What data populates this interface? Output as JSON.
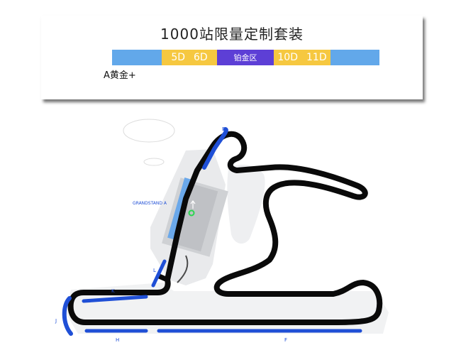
{
  "header": {
    "title": "1000站限量定制套装",
    "row_label": "A黄金+"
  },
  "ticket_bar": {
    "segments": [
      {
        "id": "blue-left",
        "labels": [],
        "color": "#62a8ea"
      },
      {
        "id": "gold-1",
        "labels": [
          "5D",
          "6D"
        ],
        "color": "#f6c840"
      },
      {
        "id": "platinum",
        "labels": [
          "铂金区"
        ],
        "color": "#5d3fd6"
      },
      {
        "id": "gold-2",
        "labels": [
          "10D",
          "11D"
        ],
        "color": "#f6c840"
      },
      {
        "id": "blue-right",
        "labels": [],
        "color": "#62a8ea"
      }
    ]
  },
  "circuit": {
    "stand_labels": {
      "B": "B",
      "grandstand_a": "GRANDSTAND A",
      "L": "L",
      "K": "K",
      "J": "J",
      "H": "H",
      "F": "F"
    },
    "colors": {
      "track": "#0a0a0a",
      "stand": "#1f4fd6",
      "highlight": "#6aa8ea",
      "pad": "#e9eaec",
      "building": "#c9cbce",
      "pit_marker": "#2bd64f"
    }
  }
}
